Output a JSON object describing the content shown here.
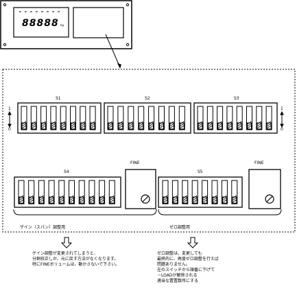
{
  "indicator": {
    "digits": "88888",
    "unit": "kg"
  },
  "switch_groups": [
    {
      "label": "S1",
      "switches": 8
    },
    {
      "label": "S2",
      "switches": 8
    },
    {
      "label": "S3",
      "switches": 8
    },
    {
      "label": "S4",
      "switches": 10
    },
    {
      "label": "S5",
      "switches": 8
    }
  ],
  "position_labels": {
    "on": "1",
    "off": "0"
  },
  "fine_label": "FINE",
  "captions": {
    "gain": "ゲイン（スパン）調整用",
    "zero": "ゼロ調整用"
  },
  "notes": {
    "left": [
      "ゲイン調整が変更されてしまうと、",
      "分銅校正しか、元に戻す方法がなくなります。",
      "特にFINEボリュームは、動かさないで下さい。"
    ],
    "right": [
      "ゼロ調整は、変更しても",
      "最終的に、再度ゼロ調整を行えば",
      "問題ありません。",
      "左のスイッチから順番に下げて",
      "－LOADが解除される",
      "適当な置置数所にする"
    ]
  }
}
